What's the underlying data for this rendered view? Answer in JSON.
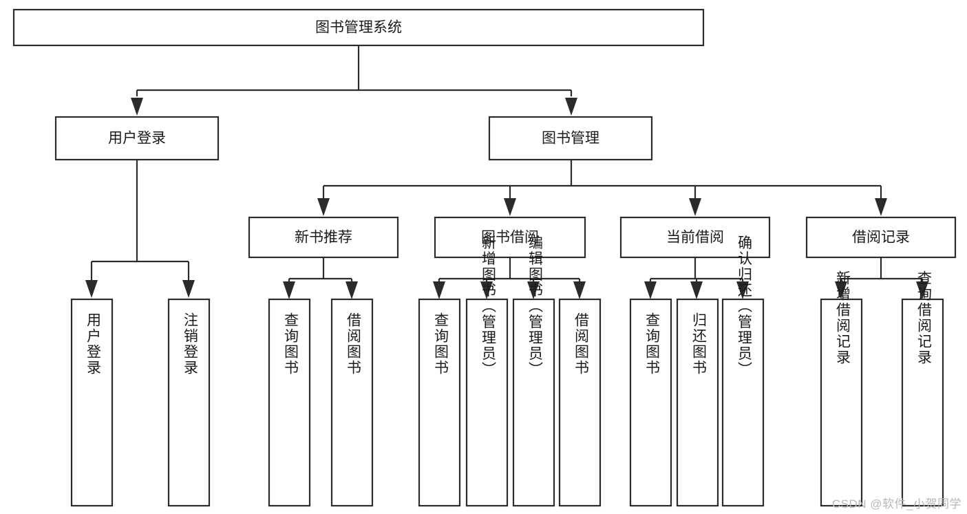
{
  "diagram": {
    "title": "图书管理系统",
    "type": "tree-hierarchy",
    "watermark": "CSDN @软件_小贺同学",
    "colors": {
      "background": "#ffffff",
      "box_fill": "#ffffff",
      "box_stroke": "#2b2b2b",
      "text": "#1a1a1a",
      "watermark": "#b8b8b8"
    },
    "nodes": {
      "root": {
        "label": "图书管理系统",
        "level": 1
      },
      "l2": [
        {
          "id": "user-login",
          "label": "用户登录",
          "level": 2
        },
        {
          "id": "book-manage",
          "label": "图书管理",
          "level": 2
        }
      ],
      "l3": [
        {
          "id": "new-book-rec",
          "label": "新书推荐",
          "level": 3,
          "parent": "book-manage"
        },
        {
          "id": "book-borrow",
          "label": "图书借阅",
          "level": 3,
          "parent": "book-manage"
        },
        {
          "id": "current-borrow",
          "label": "当前借阅",
          "level": 3,
          "parent": "book-manage"
        },
        {
          "id": "borrow-record",
          "label": "借阅记录",
          "level": 3,
          "parent": "book-manage"
        }
      ],
      "leaves": [
        {
          "id": "leaf-user-login",
          "label": "用户登录",
          "parent": "user-login"
        },
        {
          "id": "leaf-logout",
          "label": "注销登录",
          "parent": "user-login"
        },
        {
          "id": "leaf-query-book-1",
          "label": "查询图书",
          "parent": "new-book-rec"
        },
        {
          "id": "leaf-borrow-book-1",
          "label": "借阅图书",
          "parent": "new-book-rec"
        },
        {
          "id": "leaf-query-book-2",
          "label": "查询图书",
          "parent": "book-borrow"
        },
        {
          "id": "leaf-add-book",
          "label": "新增图书（管理员）",
          "parent": "book-borrow"
        },
        {
          "id": "leaf-edit-book",
          "label": "编辑图书（管理员）",
          "parent": "book-borrow"
        },
        {
          "id": "leaf-borrow-book-2",
          "label": "借阅图书",
          "parent": "book-borrow"
        },
        {
          "id": "leaf-query-book-3",
          "label": "查询图书",
          "parent": "current-borrow"
        },
        {
          "id": "leaf-return-book",
          "label": "归还图书",
          "parent": "current-borrow"
        },
        {
          "id": "leaf-confirm-return",
          "label": "确认归还（管理员）",
          "parent": "current-borrow"
        },
        {
          "id": "leaf-add-record",
          "label": "新增借阅记录",
          "parent": "borrow-record"
        },
        {
          "id": "leaf-query-record",
          "label": "查询借阅记录",
          "parent": "borrow-record"
        }
      ]
    }
  }
}
